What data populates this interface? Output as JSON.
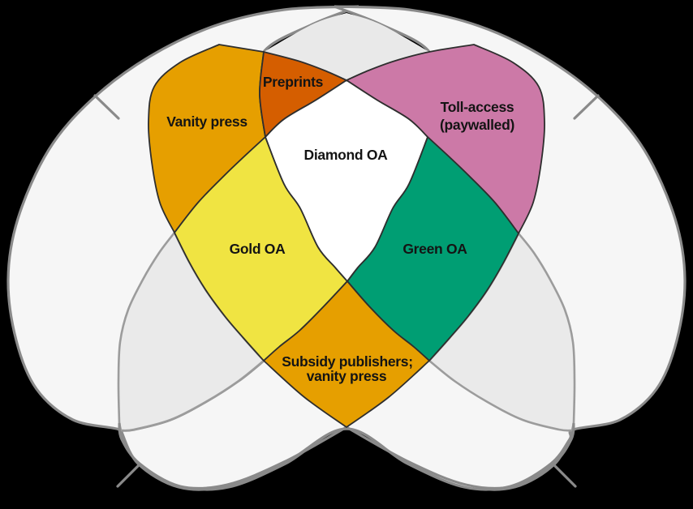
{
  "diagram": {
    "type": "euler-diagram",
    "background": "#000000",
    "regions": [
      {
        "id": "vanity-press",
        "label": "Vanity press",
        "color": "#E69F00"
      },
      {
        "id": "preprints",
        "label": "Preprints",
        "color": "#D55E00"
      },
      {
        "id": "toll-access",
        "line1": "Toll-access",
        "line2": "(paywalled)",
        "color": "#CC79A7"
      },
      {
        "id": "diamond-oa",
        "label": "Diamond OA",
        "color": "#FFFFFF"
      },
      {
        "id": "gold-oa",
        "label": "Gold OA",
        "color": "#F0E442"
      },
      {
        "id": "green-oa",
        "label": "Green OA",
        "color": "#009E73"
      },
      {
        "id": "subsidy-publishers",
        "line1": "Subsidy publishers;",
        "line2": "vanity press",
        "color": "#E69F00"
      }
    ],
    "styles": {
      "petal_fill": "#F6F6F6",
      "petal_stroke": "#8A8A8A",
      "overlap_fill": "#E9E9E9",
      "sliver_fill": "#EAEAEA",
      "sliver_stroke": "#9C9C9C",
      "region_stroke": "#2E2E2E",
      "leader_color": "#8A8A8A"
    }
  }
}
